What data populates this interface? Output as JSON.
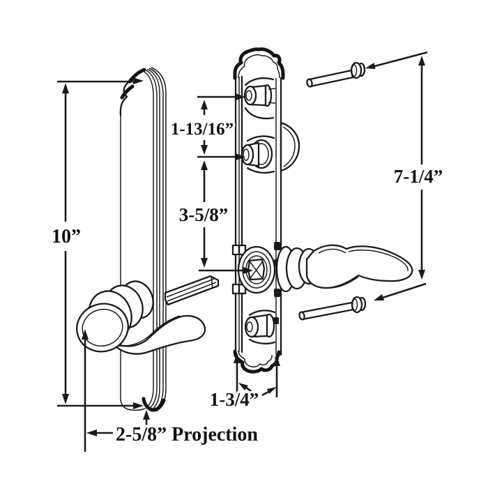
{
  "page": {
    "background": "#ffffff",
    "line_color": "#1a1a1a",
    "description": "Exploded technical drawing of a door handle set: left escutcheon plate with lever shown edge-on, spindle bar, center escutcheon plate side view with mounting posts and hub, right lever handle, and two mounting screws"
  },
  "diagram": {
    "labels": {
      "plate_height": "10”",
      "screw_spacing_top": "1-13/16”",
      "screw_to_hub": "3-5/8”",
      "screw_length": "7-1/4”",
      "plate_width": "1-3/4”",
      "projection": "2-5/8” Projection"
    },
    "parts": [
      "left-escutcheon-plate",
      "left-lever-handle",
      "spindle-bar",
      "center-escutcheon-plate",
      "top-mounting-post",
      "second-mounting-post",
      "lever-hub-rosette",
      "lower-mounting-post",
      "right-lever-handle",
      "mounting-screw-top",
      "mounting-screw-bottom"
    ]
  }
}
